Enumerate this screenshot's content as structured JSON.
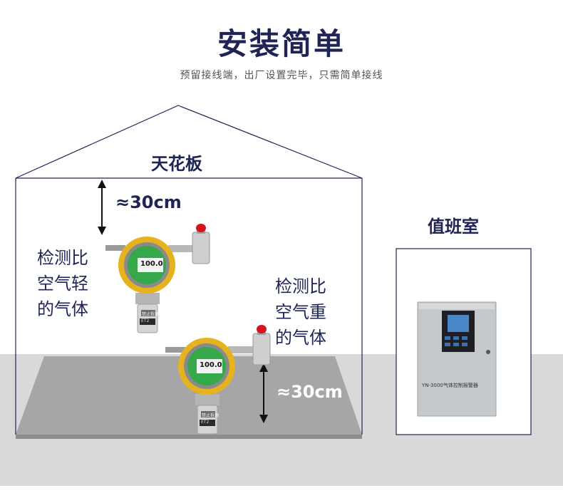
{
  "header": {
    "title": "安装简单",
    "subtitle": "预留接线端，出厂设置完毕，只需简单接线"
  },
  "room": {
    "ceiling_label": "天花板",
    "top_distance": "≈30cm",
    "bottom_distance": "≈30cm",
    "light_gas_label": [
      "检测比",
      "空气轻",
      "的气体"
    ],
    "heavy_gas_label": [
      "检测比",
      "空气重",
      "的气体"
    ]
  },
  "duty_room": {
    "label": "值班室",
    "controller_model": "YN-3000气体控制报警器"
  },
  "detector": {
    "display_value": "100.0",
    "warning_label": "禁止拆动",
    "plate": "ET2"
  },
  "colors": {
    "navy": "#1f2455",
    "floor": "#a9a9ab",
    "ground": "#d6d6d6",
    "detector_yellow": "#e6b21e",
    "screen_green": "#35a84a",
    "beacon_red": "#d6121b",
    "cabinet": "#c6c9cc"
  }
}
